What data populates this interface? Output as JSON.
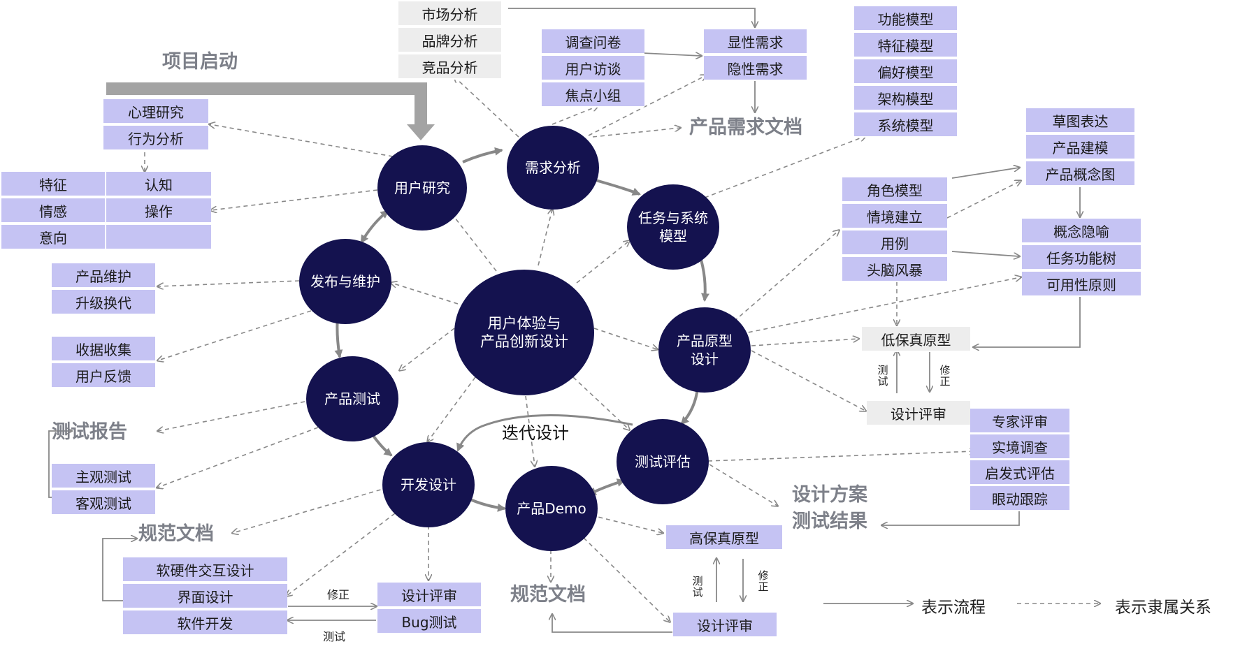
{
  "center": "用户体验与\n产品创新设计",
  "circles": {
    "user_research": "用户研究",
    "requirement_analysis": "需求分析",
    "task_system_model": "任务与系统\n模型",
    "prototype_design": "产品原型\n设计",
    "test_evaluation": "测试评估",
    "product_demo": "产品Demo",
    "development_design": "开发设计",
    "product_testing": "产品测试",
    "release_maintenance": "发布与维护"
  },
  "headings": {
    "project_start": "项目启动",
    "product_requirement_doc": "产品需求文档",
    "test_report": "测试报告",
    "spec_doc_left": "规范文档",
    "spec_doc_bottom": "规范文档",
    "design_plan_line1": "设计方案",
    "design_plan_line2": "测试结果"
  },
  "boxes": {
    "market_analysis": "市场分析",
    "brand_analysis": "品牌分析",
    "competitor_analysis": "竞品分析",
    "questionnaire": "调查问卷",
    "user_interview": "用户访谈",
    "focus_group": "焦点小组",
    "explicit_needs": "显性需求",
    "implicit_needs": "隐性需求",
    "function_model": "功能模型",
    "feature_model": "特征模型",
    "preference_model": "偏好模型",
    "architecture_model": "架构模型",
    "system_model": "系统模型",
    "psychology_research": "心理研究",
    "behavior_analysis": "行为分析",
    "trait": "特征",
    "cognition": "认知",
    "emotion": "情感",
    "operation": "操作",
    "intention": "意向",
    "empty_cell": "",
    "sketch": "草图表达",
    "product_modeling": "产品建模",
    "product_concept_map": "产品概念图",
    "role_model": "角色模型",
    "scenario": "情境建立",
    "use_case": "用例",
    "brainstorm": "头脑风暴",
    "concept_metaphor": "概念隐喻",
    "task_function_tree": "任务功能树",
    "usability_principles": "可用性原则",
    "low_fi_prototype": "低保真原型",
    "design_review_right": "设计评审",
    "expert_review": "专家评审",
    "field_survey": "实境调查",
    "heuristic_eval": "启发式评估",
    "eye_tracking": "眼动跟踪",
    "product_maintenance": "产品维护",
    "upgrade": "升级换代",
    "data_collection": "收据收集",
    "user_feedback": "用户反馈",
    "subjective_test": "主观测试",
    "objective_test": "客观测试",
    "hw_sw_interaction": "软硬件交互设计",
    "ui_design": "界面设计",
    "software_dev": "软件开发",
    "design_review_bottom": "设计评审",
    "bug_test": "Bug测试",
    "high_fi_prototype": "高保真原型",
    "design_review_demo": "设计评审"
  },
  "small_labels": {
    "fix_left": "修正",
    "test_left": "测试",
    "test_vertical_right": "测试",
    "fix_vertical_right": "修正",
    "test_vertical_bottom": "测试",
    "fix_vertical_bottom": "修正"
  },
  "iteration_label": "迭代设计",
  "legend": {
    "flow": "表示流程",
    "subordinate": "表示隶属关系"
  },
  "colors": {
    "circle_fill": "#14124f",
    "box_fill": "#c5c3f3",
    "gray_box_fill": "#ededed",
    "heading_text": "#7d8089",
    "arrow": "#888888"
  }
}
